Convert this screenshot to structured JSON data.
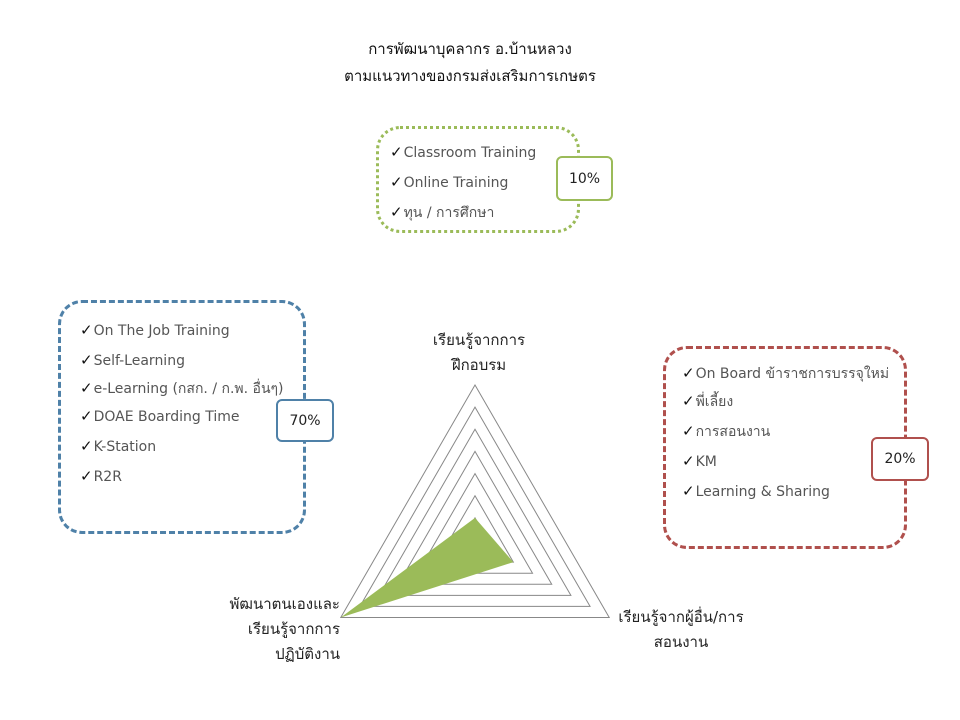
{
  "title": {
    "line1": "การพัฒนาบุคลากร อ.บ้านหลวง",
    "line2": "ตามแนวทางของกรมส่งเสริมการเกษตร"
  },
  "check_mark": "✓",
  "groups": {
    "green": {
      "percent": "10%",
      "color": "#9bbb59",
      "items": [
        "Classroom Training",
        "Online Training",
        "ทุน / การศึกษา"
      ]
    },
    "blue": {
      "percent": "70%",
      "color": "#4f81a8",
      "items": [
        "On The Job Training",
        "Self-Learning",
        "e-Learning (กสก. / ก.พ. อื่นๆ)",
        "DOAE Boarding Time",
        "K-Station",
        "R2R"
      ]
    },
    "red": {
      "percent": "20%",
      "color": "#b0504d",
      "items": [
        "On Board ข้าราชการบรรจุใหม่",
        "พี่เลี้ยง",
        "การสอนงาน",
        "KM",
        "Learning & Sharing"
      ]
    }
  },
  "chart_data": {
    "type": "radar",
    "axes": [
      {
        "line1": "เรียนรู้จากการ",
        "line2": "ฝึกอบรม"
      },
      {
        "line1": "เรียนรู้จากผู้อื่น/การ",
        "line2": "สอนงาน"
      },
      {
        "line1": "พัฒนาตนเองและ",
        "line2": "เรียนรู้จากการ",
        "line3": "ปฏิบัติงาน"
      }
    ],
    "values": [
      10,
      20,
      70
    ],
    "max": 70,
    "rings": 7,
    "fill_color": "#9bbb59",
    "grid_color": "#888888"
  }
}
